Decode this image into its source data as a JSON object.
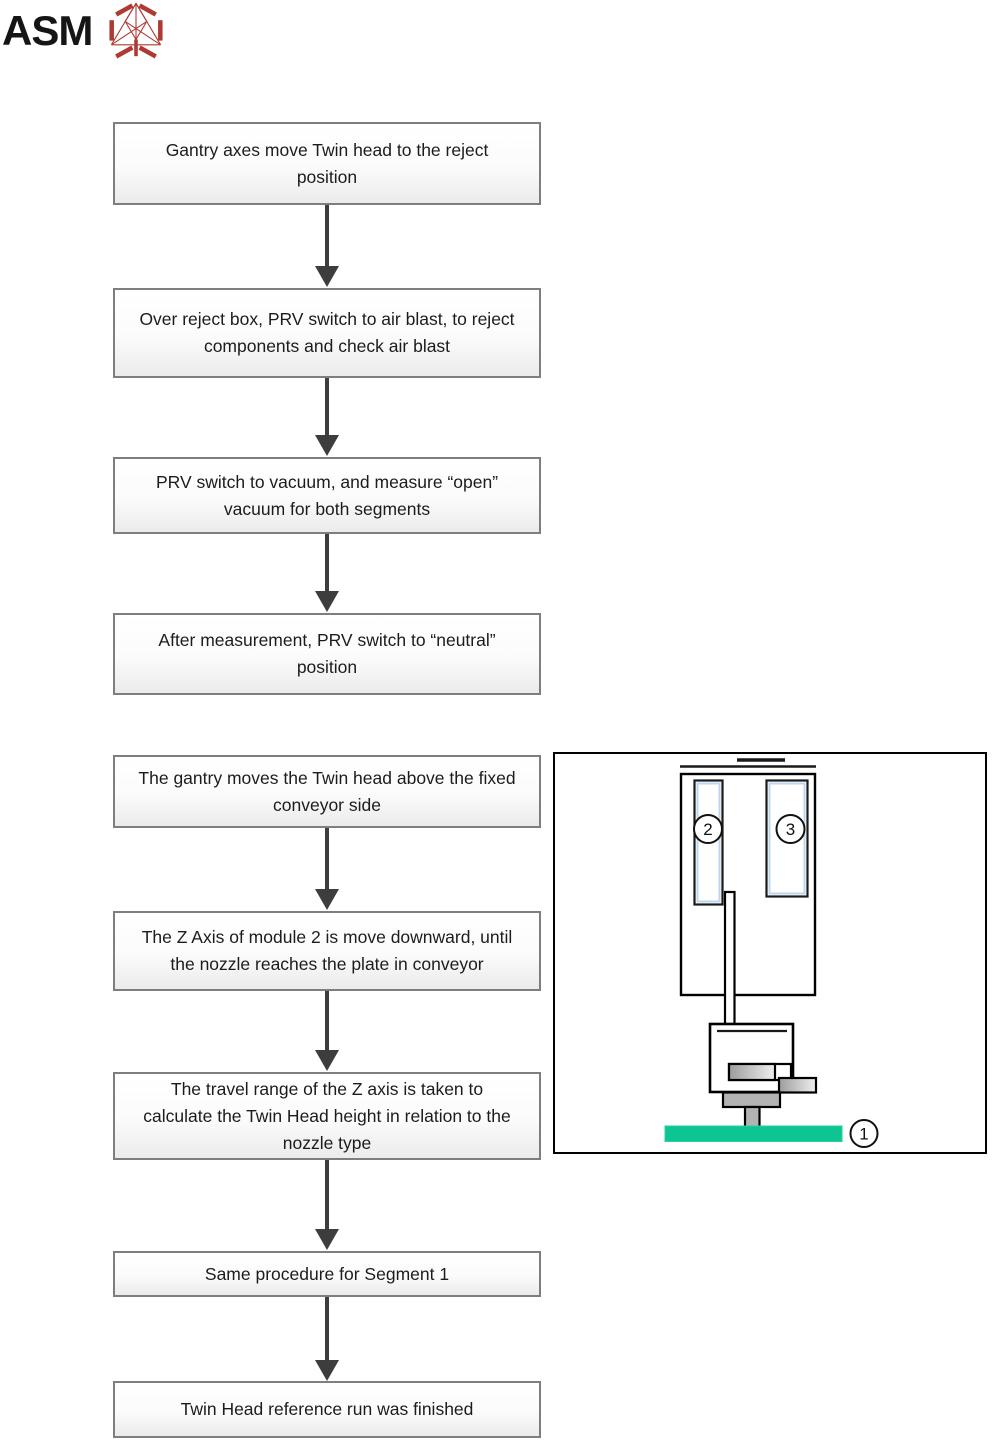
{
  "logo": {
    "text": "ASM",
    "icon_color": "#ae3a33",
    "text_color": "#151515"
  },
  "flowchart": {
    "box_border_color": "#7e7e7e",
    "arrow_color": "#3d3d3d",
    "steps": [
      {
        "text": "Gantry axes move Twin head to the reject position"
      },
      {
        "text": "Over reject box, PRV switch to air blast, to reject components and check air blast"
      },
      {
        "text": "PRV switch to vacuum, and measure “open” vacuum for both segments"
      },
      {
        "text": "After measurement, PRV switch to “neutral” position"
      },
      {
        "text": "The gantry moves the Twin head above the fixed conveyor side"
      },
      {
        "text": "The Z Axis of module 2 is move downward, until the nozzle reaches the plate in conveyor"
      },
      {
        "text": "The travel range of the Z axis is taken to calculate the Twin Head height in relation to the nozzle type"
      },
      {
        "text": "Same procedure for Segment 1"
      },
      {
        "text": "Twin Head reference run was finished"
      }
    ]
  },
  "diagram": {
    "plate_color": "#0cc593",
    "metal_color": "#b3b3b3",
    "labels": {
      "plate": "1",
      "segment2": "2",
      "segment3": "3"
    }
  }
}
